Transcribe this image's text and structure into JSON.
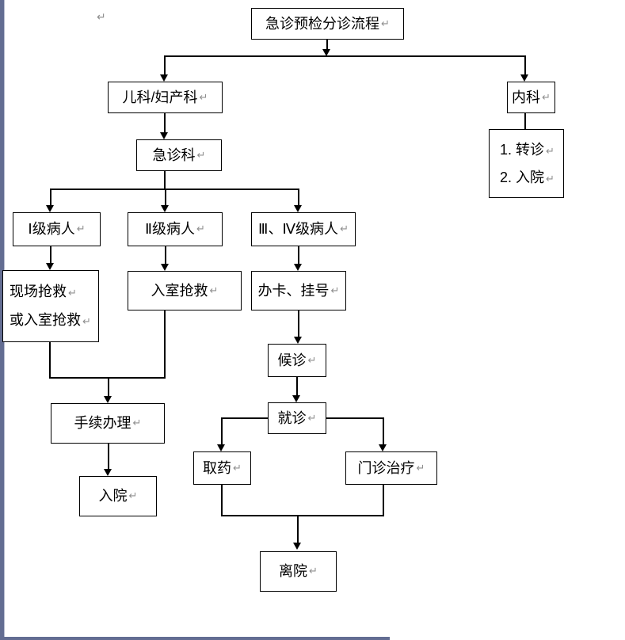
{
  "flowchart": {
    "return_mark": "↵",
    "colors": {
      "line": "#000000",
      "box_border": "#000000",
      "box_fill": "#ffffff",
      "page_edge": "#636d92",
      "paragraph_mark": "#8f8f8f"
    },
    "nodes": {
      "title": {
        "label": "急诊预检分诊流程"
      },
      "pediatrics_obstetrics": {
        "label": "儿科/妇产科"
      },
      "internal_medicine": {
        "label": "内科"
      },
      "internal_outcomes": {
        "lines": [
          "1. 转诊",
          "2. 入院"
        ]
      },
      "emergency_dept": {
        "label": "急诊科"
      },
      "level_1_patient": {
        "label": "Ⅰ级病人"
      },
      "level_2_patient": {
        "label": "Ⅱ级病人"
      },
      "level_3_4_patient": {
        "label": "Ⅲ、Ⅳ级病人"
      },
      "onsite_rescue": {
        "lines": [
          "现场抢救",
          "或入室抢救"
        ]
      },
      "room_rescue": {
        "label": "入室抢救"
      },
      "card_registration": {
        "label": "办卡、挂号"
      },
      "waiting": {
        "label": "候诊"
      },
      "consultation": {
        "label": "就诊"
      },
      "dispensary": {
        "label": "取药"
      },
      "outpatient_treatment": {
        "label": "门诊治疗"
      },
      "procedure_handling": {
        "label": "手续办理"
      },
      "admission": {
        "label": "入院"
      },
      "discharge": {
        "label": "离院"
      }
    }
  }
}
